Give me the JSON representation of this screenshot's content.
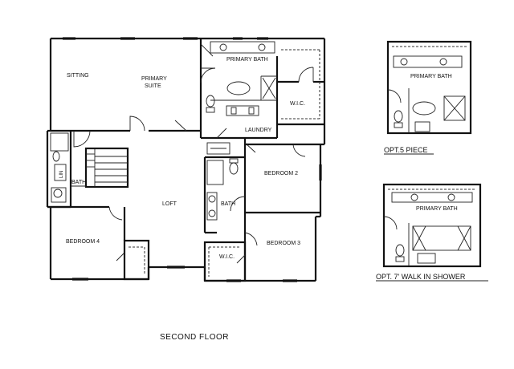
{
  "plan": {
    "title": "SECOND FLOOR",
    "rooms": {
      "sitting": "SITTING",
      "primary_suite_l1": "PRIMARY",
      "primary_suite_l2": "SUITE",
      "primary_bath": "PRIMARY BATH",
      "wic_primary": "W.I.C.",
      "laundry": "LAUNDRY",
      "bedroom2": "BEDROOM 2",
      "bath_left": "BATH",
      "lin": "LIN",
      "loft": "LOFT",
      "bath_center": "BATH",
      "bedroom4": "BEDROOM 4",
      "bedroom3": "BEDROOM 3",
      "wic_bed3": "W.I.C."
    }
  },
  "options": {
    "opt5": {
      "room_label": "PRIMARY BATH",
      "caption": "OPT.5 PIECE"
    },
    "opt7": {
      "room_label": "PRIMARY BATH",
      "caption": "OPT. 7' WALK IN SHOWER"
    }
  }
}
